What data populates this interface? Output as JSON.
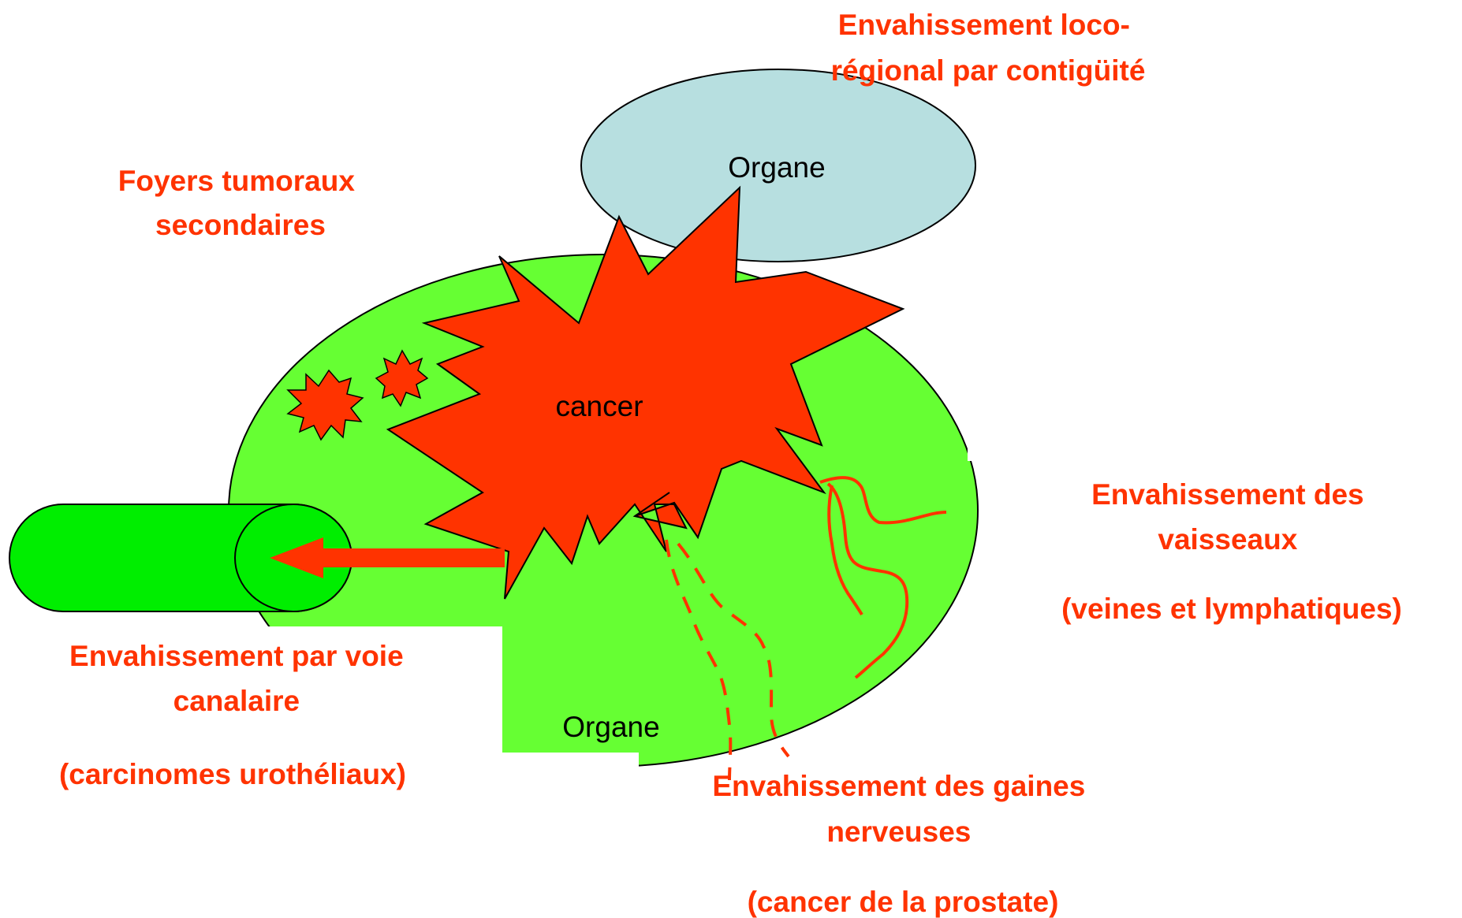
{
  "colors": {
    "label_red": "#ff3300",
    "organ_green": "#66ff33",
    "duct_green": "#00ee00",
    "top_organ_blue": "#b7dfe0",
    "cancer_red": "#ff3300",
    "vessel_red": "#ff3300"
  },
  "labels": {
    "contiguity": [
      "Envahissement loco-",
      "régional par contigüité"
    ],
    "secondary_foci": [
      "Foyers tumoraux",
      "secondaires"
    ],
    "vessels": [
      "Envahissement des",
      "vaisseaux",
      "(veines et lymphatiques)"
    ],
    "canal": [
      "Envahissement par voie",
      "canalaire",
      "(carcinomes urothéliaux)"
    ],
    "nerves": [
      "Envahissement des gaines",
      "nerveuses",
      "(cancer de la prostate)"
    ]
  },
  "shapes": {
    "top_organ_label": "Organe",
    "main_organ_label": "Organe",
    "cancer_label": "cancer"
  }
}
